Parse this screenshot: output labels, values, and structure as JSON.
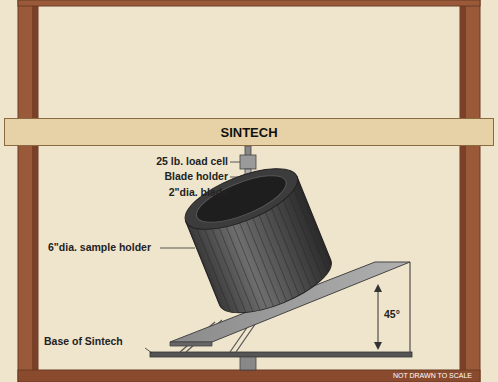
{
  "diagram": {
    "nodes": [
      {
        "text": [
          "SINTECH"
        ]
      }
    ],
    "labels": [
      "25 lb. load cell",
      "Blade holder",
      "2\"dia. blade",
      "6\"dia. sample holder",
      "Base of Sintech",
      "45°",
      "NOT DRAWN TO SCALE"
    ]
  }
}
